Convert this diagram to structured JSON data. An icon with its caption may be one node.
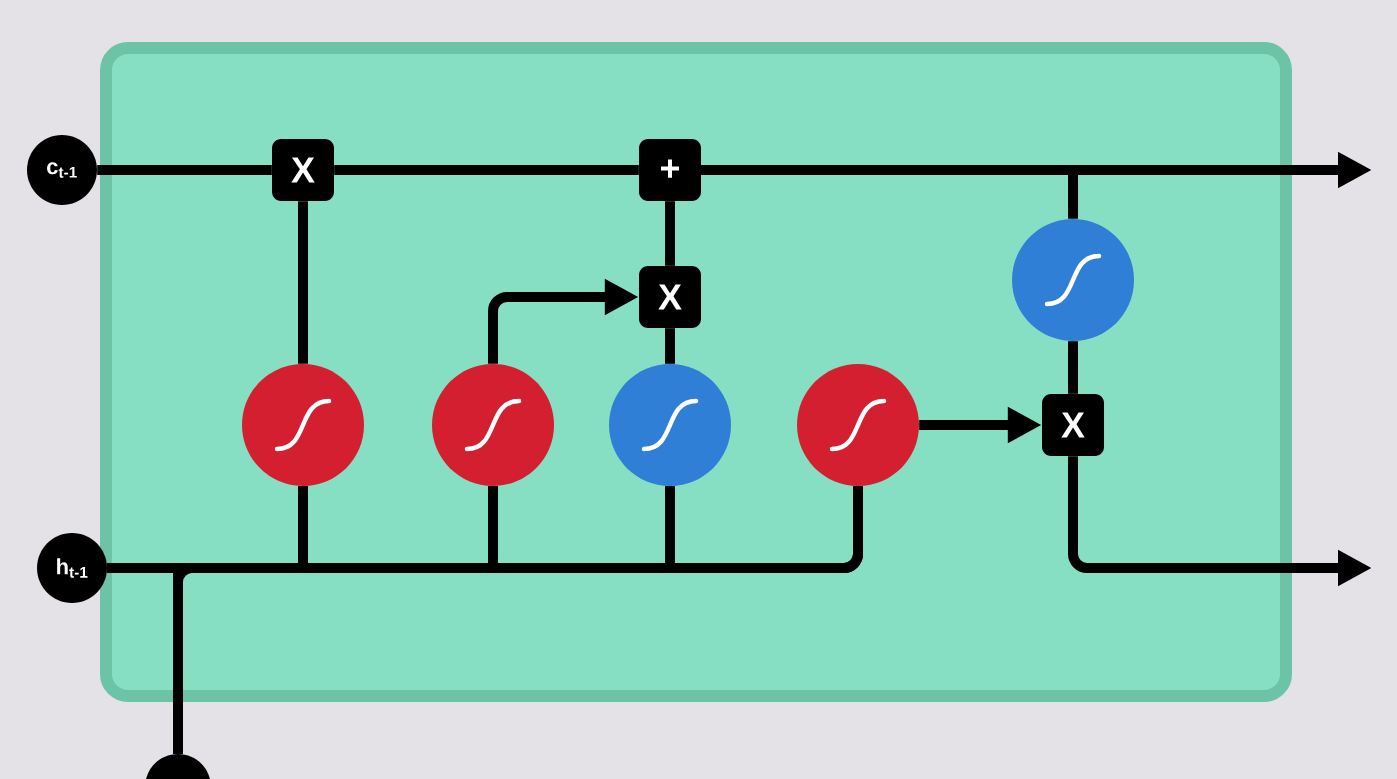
{
  "diagram": {
    "nodes": [
      {
        "text": [],
        "shape": "box"
      },
      {
        "text": [
          "c$_{t-1}$"
        ]
      },
      {
        "text": [
          "h$_{t-1}$"
        ]
      },
      {
        "text": [],
        "shape": "circle"
      },
      {
        "text": [
          "X"
        ],
        "in": 0
      },
      {
        "text": [
          "+"
        ],
        "in": 0
      },
      {
        "text": [
          "X"
        ],
        "in": 0
      },
      {
        "text": [
          "X"
        ],
        "in": 0
      },
      {
        "text": [],
        "shape": "circle",
        "in": 0
      },
      {
        "text": [],
        "shape": "circle",
        "in": 0
      },
      {
        "text": [],
        "shape": "circle",
        "in": 0
      },
      {
        "text": [],
        "shape": "circle",
        "in": 0
      },
      {
        "text": [],
        "shape": "circle",
        "in": 0
      }
    ],
    "edges": [
      {
        "from": 1,
        "to": 4,
        "arrow": "none"
      },
      {
        "from": 4,
        "to": 5,
        "arrow": "none"
      },
      {
        "from": 5,
        "to": null,
        "arrow": "to"
      },
      {
        "from": 5,
        "to": 12,
        "arrow": "none"
      },
      {
        "from": 12,
        "to": 7,
        "arrow": "none"
      },
      {
        "from": 7,
        "to": null,
        "arrow": "to"
      },
      {
        "from": 2,
        "to": 8,
        "arrow": "none"
      },
      {
        "from": 2,
        "to": 9,
        "arrow": "none"
      },
      {
        "from": 2,
        "to": 10,
        "arrow": "none"
      },
      {
        "from": 2,
        "to": 11,
        "arrow": "none"
      },
      {
        "from": 3,
        "to": 8,
        "arrow": "none"
      },
      {
        "from": 3,
        "to": 9,
        "arrow": "none"
      },
      {
        "from": 3,
        "to": 10,
        "arrow": "none"
      },
      {
        "from": 3,
        "to": 11,
        "arrow": "none"
      },
      {
        "from": 8,
        "to": 4,
        "arrow": "none"
      },
      {
        "from": 9,
        "to": 6,
        "arrow": "to"
      },
      {
        "from": 10,
        "to": 6,
        "arrow": "none"
      },
      {
        "from": 6,
        "to": 5,
        "arrow": "none"
      },
      {
        "from": 11,
        "to": 7,
        "arrow": "to"
      }
    ]
  }
}
